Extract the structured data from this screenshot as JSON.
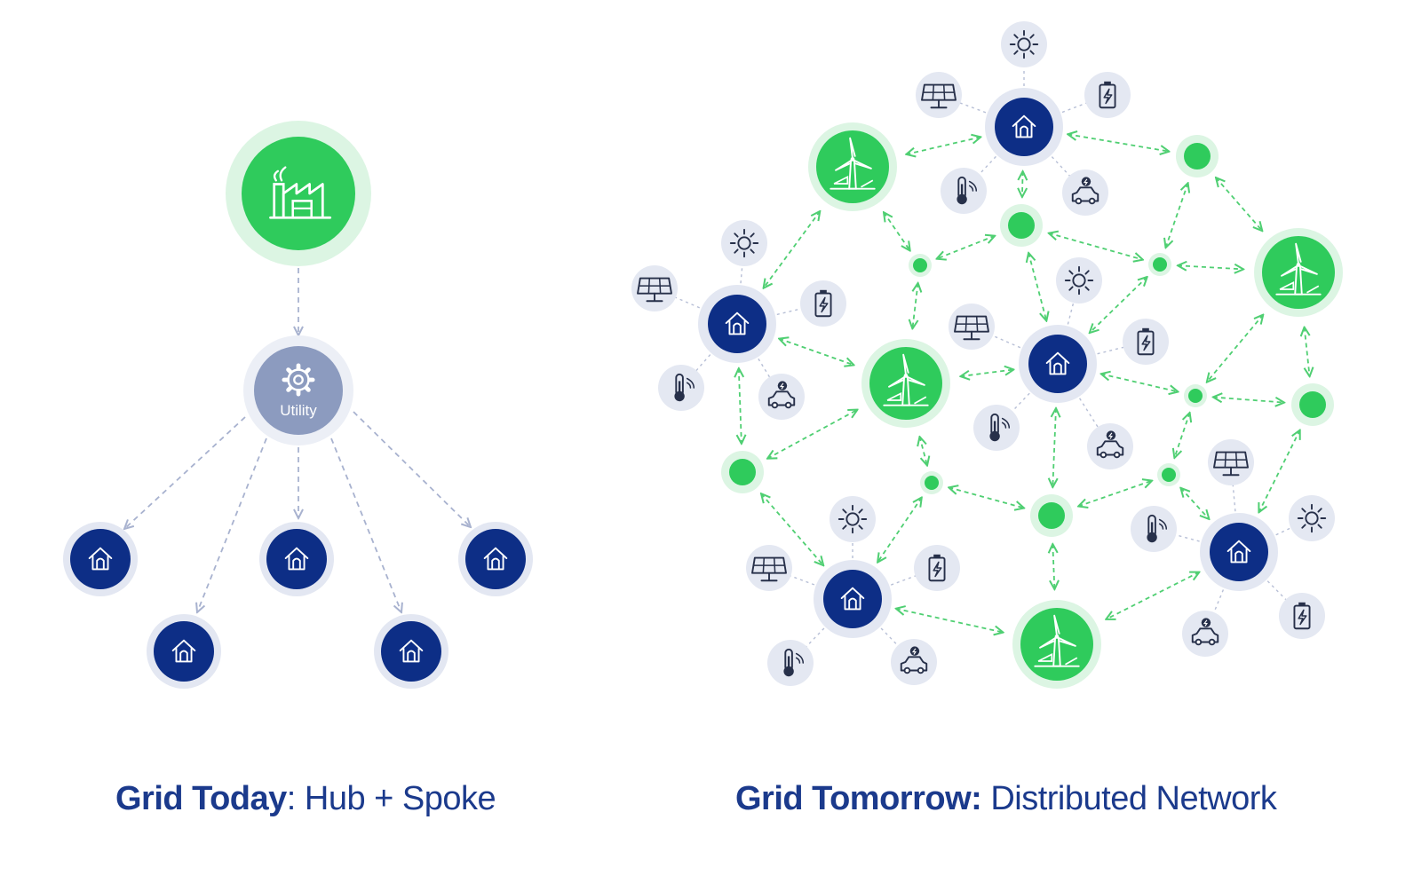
{
  "colors": {
    "navy": "#0d2e86",
    "navy_halo": "#e3e7f2",
    "green": "#2fcb5c",
    "green_halo": "#dcf5e3",
    "utility_gray": "#8c9bbf",
    "utility_halo": "#eceff6",
    "small_halo": "#e4e8f2",
    "icon_dark": "#27304a",
    "left_edge": "#a8b2cf",
    "right_edge": "#4fcf72"
  },
  "grid_today": {
    "title_bold": "Grid Today",
    "title_rest": ": Hub + Spoke",
    "utility_label": "Utility"
  },
  "grid_tomorrow": {
    "title_bold": "Grid Tomorrow:",
    "title_rest": " Distributed Network"
  }
}
